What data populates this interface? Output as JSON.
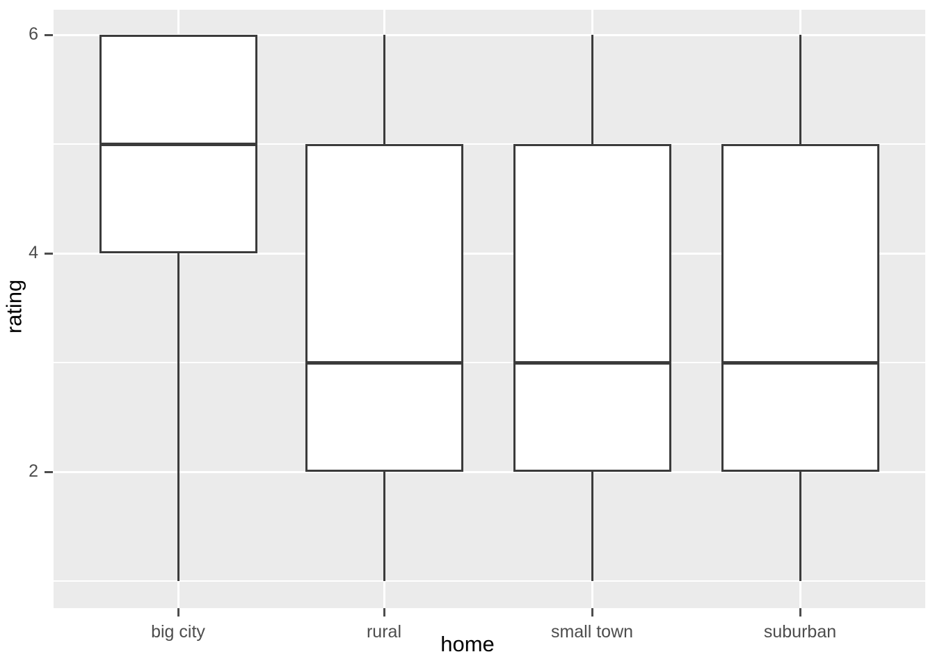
{
  "chart_data": {
    "type": "box",
    "title": "",
    "xlabel": "home",
    "ylabel": "rating",
    "categories": [
      "big city",
      "rural",
      "small town",
      "suburban"
    ],
    "y_ticks": [
      2,
      4,
      6
    ],
    "y_tick_labels": [
      "2",
      "4",
      "6"
    ],
    "y_minor_ticks": [
      1,
      3,
      5
    ],
    "ylim": [
      0.6,
      6.3
    ],
    "grid": true,
    "legend": "none",
    "panel_background": "#EBEBEB",
    "grid_color": "#FFFFFF",
    "box_fill": "#FFFFFF",
    "box_stroke": "#3B3B3B",
    "axis_text_color": "#4D4D4D",
    "axis_title_color": "#000000",
    "boxes": [
      {
        "category": "big city",
        "lower_whisker": 1,
        "q1": 4,
        "median": 5,
        "q3": 6,
        "upper_whisker": 6
      },
      {
        "category": "rural",
        "lower_whisker": 1,
        "q1": 2,
        "median": 3,
        "q3": 5,
        "upper_whisker": 6
      },
      {
        "category": "small town",
        "lower_whisker": 1,
        "q1": 2,
        "median": 3,
        "q3": 5,
        "upper_whisker": 6
      },
      {
        "category": "suburban",
        "lower_whisker": 1,
        "q1": 2,
        "median": 3,
        "q3": 5,
        "upper_whisker": 6
      }
    ]
  },
  "axis": {
    "x_title": "home",
    "y_title": "rating",
    "y_labels": [
      "6",
      "4",
      "2"
    ],
    "x_labels": [
      "big city",
      "rural",
      "small town",
      "suburban"
    ]
  }
}
